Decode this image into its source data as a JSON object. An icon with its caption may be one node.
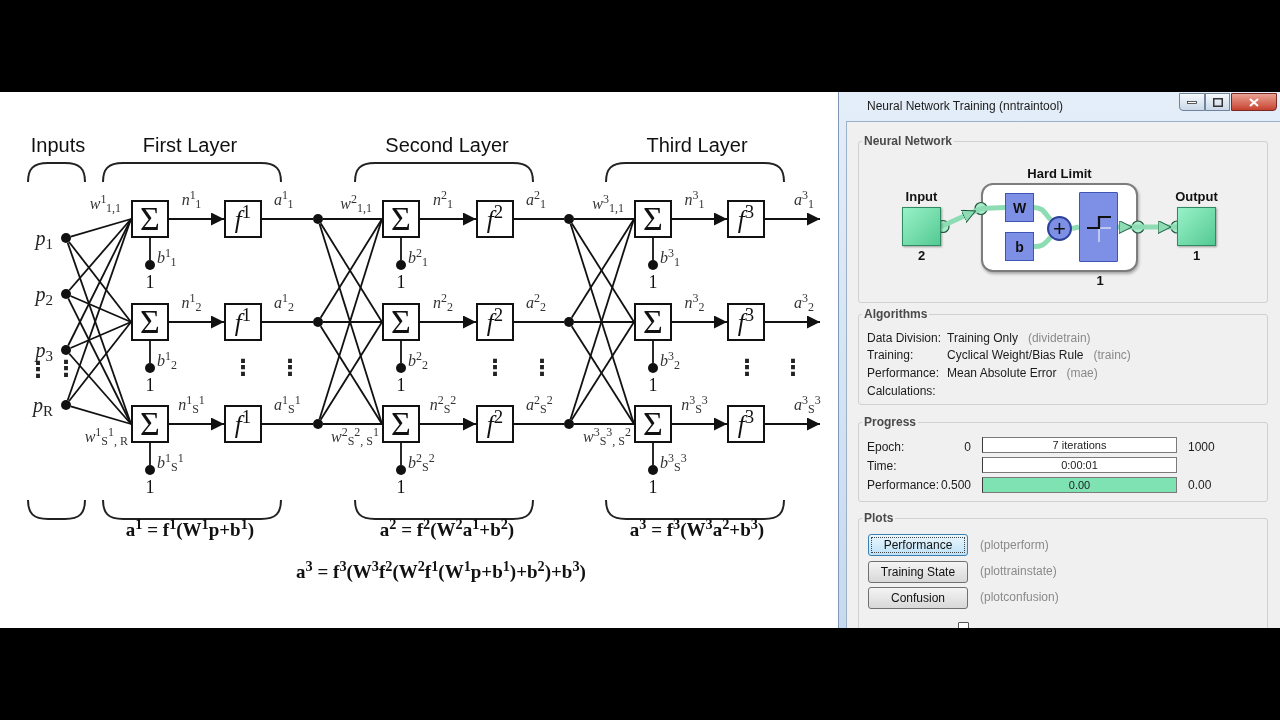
{
  "diagram": {
    "nodes": [
      {
        "text": [],
        "shape": "circle",
        "beside": [
          "*p*$_{1}$"
        ]
      },
      {
        "text": [],
        "shape": "circle",
        "beside": [
          "*p*$_{2}$"
        ]
      },
      {
        "text": [],
        "shape": "circle",
        "beside": [
          "*p*$_{3}$"
        ]
      },
      {
        "text": [],
        "shape": "circle",
        "beside": [
          "*p*$_{R}$"
        ]
      },
      {
        "text": [
          "Σ"
        ]
      },
      {
        "text": [],
        "shape": "circle",
        "beside": [
          "1"
        ]
      },
      {
        "text": [
          "*f*$^{1}$"
        ]
      },
      {
        "text": [],
        "shape": "circle"
      },
      {
        "text": [
          "Σ"
        ]
      },
      {
        "text": [],
        "shape": "circle",
        "beside": [
          "1"
        ]
      },
      {
        "text": [
          "*f*$^{1}$"
        ]
      },
      {
        "text": [],
        "shape": "circle"
      },
      {
        "text": [
          "Σ"
        ]
      },
      {
        "text": [],
        "shape": "circle",
        "beside": [
          "1"
        ]
      },
      {
        "text": [
          "*f*$^{1}$"
        ]
      },
      {
        "text": [],
        "shape": "circle"
      },
      {
        "text": [
          "Σ"
        ]
      },
      {
        "text": [],
        "shape": "circle",
        "beside": [
          "1"
        ]
      },
      {
        "text": [
          "*f*$^{2}$"
        ]
      },
      {
        "text": [],
        "shape": "circle"
      },
      {
        "text": [
          "Σ"
        ]
      },
      {
        "text": [],
        "shape": "circle",
        "beside": [
          "1"
        ]
      },
      {
        "text": [
          "*f*$^{2}$"
        ]
      },
      {
        "text": [],
        "shape": "circle"
      },
      {
        "text": [
          "Σ"
        ]
      },
      {
        "text": [],
        "shape": "circle",
        "beside": [
          "1"
        ]
      },
      {
        "text": [
          "*f*$^{2}$"
        ]
      },
      {
        "text": [],
        "shape": "circle"
      },
      {
        "text": [
          "Σ"
        ]
      },
      {
        "text": [],
        "shape": "circle",
        "beside": [
          "1"
        ]
      },
      {
        "text": [
          "*f*$^{3}$"
        ]
      },
      {
        "text": [
          "Σ"
        ]
      },
      {
        "text": [],
        "shape": "circle",
        "beside": [
          "1"
        ]
      },
      {
        "text": [
          "*f*$^{3}$"
        ]
      },
      {
        "text": [
          "Σ"
        ]
      },
      {
        "text": [],
        "shape": "circle",
        "beside": [
          "1"
        ]
      },
      {
        "text": [
          "*f*$^{3}$"
        ]
      },
      {
        "text": [
          "Input"
        ],
        "beside": [
          "2"
        ]
      },
      {
        "text": [
          "Hard Limit"
        ],
        "beside": [
          "1"
        ]
      },
      {
        "text": [
          "W"
        ],
        "in": 38
      },
      {
        "text": [
          "b"
        ],
        "in": 38
      },
      {
        "text": [
          "+"
        ],
        "in": 38
      },
      {
        "text": [],
        "shape": "box",
        "in": 38
      },
      {
        "text": [
          "Output"
        ],
        "beside": [
          "1"
        ]
      }
    ],
    "edges": [
      {
        "from": 0,
        "to": 4,
        "arrow": "none",
        "label": "*w*$^{1}$$_{1,1}$"
      },
      {
        "from": 0,
        "to": 8,
        "arrow": "none"
      },
      {
        "from": 0,
        "to": 12,
        "arrow": "none"
      },
      {
        "from": 1,
        "to": 4,
        "arrow": "none"
      },
      {
        "from": 1,
        "to": 8,
        "arrow": "none"
      },
      {
        "from": 1,
        "to": 12,
        "arrow": "none"
      },
      {
        "from": 2,
        "to": 4,
        "arrow": "none"
      },
      {
        "from": 2,
        "to": 8,
        "arrow": "none"
      },
      {
        "from": 2,
        "to": 12,
        "arrow": "none"
      },
      {
        "from": 3,
        "to": 4,
        "arrow": "none"
      },
      {
        "from": 3,
        "to": 8,
        "arrow": "none"
      },
      {
        "from": 3,
        "to": 12,
        "arrow": "none",
        "label": "*w*$^{1}$$_{S}$$^{1}$$_{, R}$"
      },
      {
        "from": 5,
        "to": 4,
        "arrow": "none",
        "label": "*b*$^{1}$$_{1}$"
      },
      {
        "from": 4,
        "to": 6,
        "arrow": "to",
        "label": "*n*$^{1}$$_{1}$"
      },
      {
        "from": 6,
        "to": 7,
        "arrow": "none",
        "label": "*a*$^{1}$$_{1}$"
      },
      {
        "from": 9,
        "to": 8,
        "arrow": "none",
        "label": "*b*$^{1}$$_{2}$"
      },
      {
        "from": 8,
        "to": 10,
        "arrow": "to",
        "label": "*n*$^{1}$$_{2}$"
      },
      {
        "from": 10,
        "to": 11,
        "arrow": "none",
        "label": "*a*$^{1}$$_{2}$"
      },
      {
        "from": 13,
        "to": 12,
        "arrow": "none",
        "label": "*b*$^{1}$$_{S}$$^{1}$"
      },
      {
        "from": 12,
        "to": 14,
        "arrow": "to",
        "label": "*n*$^{1}$$_{S}$$^{1}$"
      },
      {
        "from": 14,
        "to": 15,
        "arrow": "none",
        "label": "*a*$^{1}$$_{S}$$^{1}$"
      },
      {
        "from": 7,
        "to": 16,
        "arrow": "none",
        "label": "*w*$^{2}$$_{1,1}$"
      },
      {
        "from": 7,
        "to": 20,
        "arrow": "none"
      },
      {
        "from": 7,
        "to": 24,
        "arrow": "none"
      },
      {
        "from": 11,
        "to": 16,
        "arrow": "none"
      },
      {
        "from": 11,
        "to": 20,
        "arrow": "none"
      },
      {
        "from": 11,
        "to": 24,
        "arrow": "none"
      },
      {
        "from": 15,
        "to": 16,
        "arrow": "none"
      },
      {
        "from": 15,
        "to": 20,
        "arrow": "none"
      },
      {
        "from": 15,
        "to": 24,
        "arrow": "none",
        "label": "*w*$^{2}$$_{S}$$^{2}$$_{, S}$$^{1}$"
      },
      {
        "from": 17,
        "to": 16,
        "arrow": "none",
        "label": "*b*$^{2}$$_{1}$"
      },
      {
        "from": 16,
        "to": 18,
        "arrow": "to",
        "label": "*n*$^{2}$$_{1}$"
      },
      {
        "from": 18,
        "to": 19,
        "arrow": "none",
        "label": "*a*$^{2}$$_{1}$"
      },
      {
        "from": 21,
        "to": 20,
        "arrow": "none",
        "label": "*b*$^{2}$$_{2}$"
      },
      {
        "from": 20,
        "to": 22,
        "arrow": "to",
        "label": "*n*$^{2}$$_{2}$"
      },
      {
        "from": 22,
        "to": 23,
        "arrow": "none",
        "label": "*a*$^{2}$$_{2}$"
      },
      {
        "from": 25,
        "to": 24,
        "arrow": "none",
        "label": "*b*$^{2}$$_{S}$$^{2}$"
      },
      {
        "from": 24,
        "to": 26,
        "arrow": "to",
        "label": "*n*$^{2}$$_{S}$$^{2}$"
      },
      {
        "from": 26,
        "to": 27,
        "arrow": "none",
        "label": "*a*$^{2}$$_{S}$$^{2}$"
      },
      {
        "from": 19,
        "to": 28,
        "arrow": "none",
        "label": "*w*$^{3}$$_{1,1}$"
      },
      {
        "from": 19,
        "to": 31,
        "arrow": "none"
      },
      {
        "from": 19,
        "to": 34,
        "arrow": "none"
      },
      {
        "from": 23,
        "to": 28,
        "arrow": "none"
      },
      {
        "from": 23,
        "to": 31,
        "arrow": "none"
      },
      {
        "from": 23,
        "to": 34,
        "arrow": "none"
      },
      {
        "from": 27,
        "to": 28,
        "arrow": "none"
      },
      {
        "from": 27,
        "to": 31,
        "arrow": "none"
      },
      {
        "from": 27,
        "to": 34,
        "arrow": "none",
        "label": "*w*$^{3}$$_{S}$$^{3}$$_{, S}$$^{2}$"
      },
      {
        "from": 29,
        "to": 28,
        "arrow": "none",
        "label": "*b*$^{3}$$_{1}$"
      },
      {
        "from": 28,
        "to": 30,
        "arrow": "to",
        "label": "*n*$^{3}$$_{1}$"
      },
      {
        "from": 30,
        "to": null,
        "arrow": "to",
        "label": "*a*$^{3}$$_{1}$"
      },
      {
        "from": 32,
        "to": 31,
        "arrow": "none",
        "label": "*b*$^{3}$$_{2}$"
      },
      {
        "from": 31,
        "to": 33,
        "arrow": "to",
        "label": "*n*$^{3}$$_{2}$"
      },
      {
        "from": 33,
        "to": null,
        "arrow": "to",
        "label": "*a*$^{3}$$_{2}$"
      },
      {
        "from": 35,
        "to": 34,
        "arrow": "none",
        "label": "*b*$^{3}$$_{S}$$^{3}$"
      },
      {
        "from": 34,
        "to": 36,
        "arrow": "to",
        "label": "*n*$^{3}$$_{S}$$^{3}$"
      },
      {
        "from": 36,
        "to": null,
        "arrow": "to",
        "label": "*a*$^{3}$$_{S}$$^{3}$"
      },
      {
        "from": 37,
        "to": 38,
        "arrow": "to",
        "style": "thick",
        "color": "#8edcb4"
      },
      {
        "from": 38,
        "to": 39,
        "arrow": "none",
        "style": "thick",
        "color": "#8edcb4"
      },
      {
        "from": 39,
        "to": 41,
        "arrow": "none",
        "style": "thick",
        "color": "#8edcb4"
      },
      {
        "from": 40,
        "to": 41,
        "arrow": "none",
        "style": "thick",
        "color": "#8edcb4"
      },
      {
        "from": 41,
        "to": 42,
        "arrow": "none",
        "style": "thick",
        "color": "#8edcb4"
      },
      {
        "from": 42,
        "to": 38,
        "arrow": "to",
        "style": "thick",
        "color": "#8edcb4"
      },
      {
        "from": 38,
        "to": 43,
        "arrow": "to",
        "style": "thick",
        "color": "#8edcb4"
      }
    ],
    "labels": [
      "Inputs",
      "First Layer",
      "Second Layer",
      "Third Layer",
      "⋮",
      "⋮",
      "⋮",
      "⋮",
      "⋮",
      "⋮",
      "⋮",
      "⋮",
      "a$^{1}$ = f$^{1}$(W$^{1}$p+b$^{1}$)",
      "a$^{2}$ = f$^{2}$(W$^{2}$a$^{1}$+b$^{2}$)",
      "a$^{3}$ = f$^{3}$(W$^{3}$a$^{2}$+b$^{3}$)",
      "a$^{3}$ = f$^{3}$(W$^{3}$f$^{2}$(W$^{2}$f$^{1}$(W$^{1}$p+b$^{1}$)+b$^{2}$)+b$^{3}$)",
      "Neural Network Training (nntraintool)",
      "Neural Network",
      "Algorithms",
      "Data Division:",
      "Training Only",
      "(dividetrain)",
      "Training:",
      "Cyclical Weight/Bias Rule",
      "(trainc)",
      "Performance:",
      "Mean Absolute Error",
      "(mae)",
      "Calculations:",
      "Progress",
      "Epoch:",
      "0",
      "7 iterations",
      "1000",
      "Time:",
      "0:00:01",
      "Performance:",
      "0.500",
      "0.00",
      "0.00",
      "Plots",
      "Performance",
      "(plotperform)",
      "Training State",
      "(plottrainstate)",
      "Confusion",
      "(plotconfusion)"
    ]
  }
}
